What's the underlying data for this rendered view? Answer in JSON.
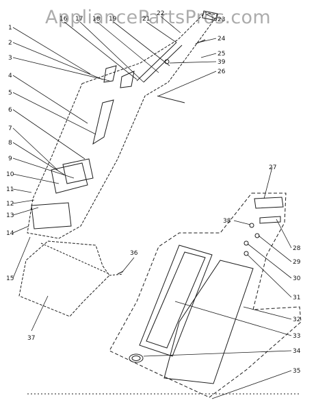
{
  "watermark": "AppliancePartsPros.com",
  "callouts": [
    {
      "id": "l1",
      "text": "1"
    },
    {
      "id": "l2",
      "text": "2"
    },
    {
      "id": "l3",
      "text": "3"
    },
    {
      "id": "l4",
      "text": "4"
    },
    {
      "id": "l5",
      "text": "5"
    },
    {
      "id": "l6",
      "text": "6"
    },
    {
      "id": "l7",
      "text": "7"
    },
    {
      "id": "l8",
      "text": "8"
    },
    {
      "id": "l9",
      "text": "9"
    },
    {
      "id": "l10",
      "text": "10"
    },
    {
      "id": "l11",
      "text": "11"
    },
    {
      "id": "l12",
      "text": "12"
    },
    {
      "id": "l13",
      "text": "13"
    },
    {
      "id": "l14",
      "text": "14"
    },
    {
      "id": "l15",
      "text": "15"
    },
    {
      "id": "l16",
      "text": "16"
    },
    {
      "id": "l17",
      "text": "17"
    },
    {
      "id": "l18",
      "text": "18"
    },
    {
      "id": "l19",
      "text": "19"
    },
    {
      "id": "l21",
      "text": "21"
    },
    {
      "id": "l22",
      "text": "22"
    },
    {
      "id": "l23",
      "text": "23"
    },
    {
      "id": "l24",
      "text": "24"
    },
    {
      "id": "l25",
      "text": "25"
    },
    {
      "id": "l26",
      "text": "26"
    },
    {
      "id": "l27",
      "text": "27"
    },
    {
      "id": "l28",
      "text": "28"
    },
    {
      "id": "l29",
      "text": "29"
    },
    {
      "id": "l30",
      "text": "30"
    },
    {
      "id": "l31",
      "text": "31"
    },
    {
      "id": "l32",
      "text": "32"
    },
    {
      "id": "l33",
      "text": "33"
    },
    {
      "id": "l34",
      "text": "34"
    },
    {
      "id": "l35",
      "text": "35"
    },
    {
      "id": "l36",
      "text": "36"
    },
    {
      "id": "l37",
      "text": "37"
    },
    {
      "id": "l38",
      "text": "38"
    },
    {
      "id": "l39",
      "text": "39"
    }
  ],
  "colors": {
    "line": "#1a1a1a",
    "watermark": "#6a6a6a"
  }
}
